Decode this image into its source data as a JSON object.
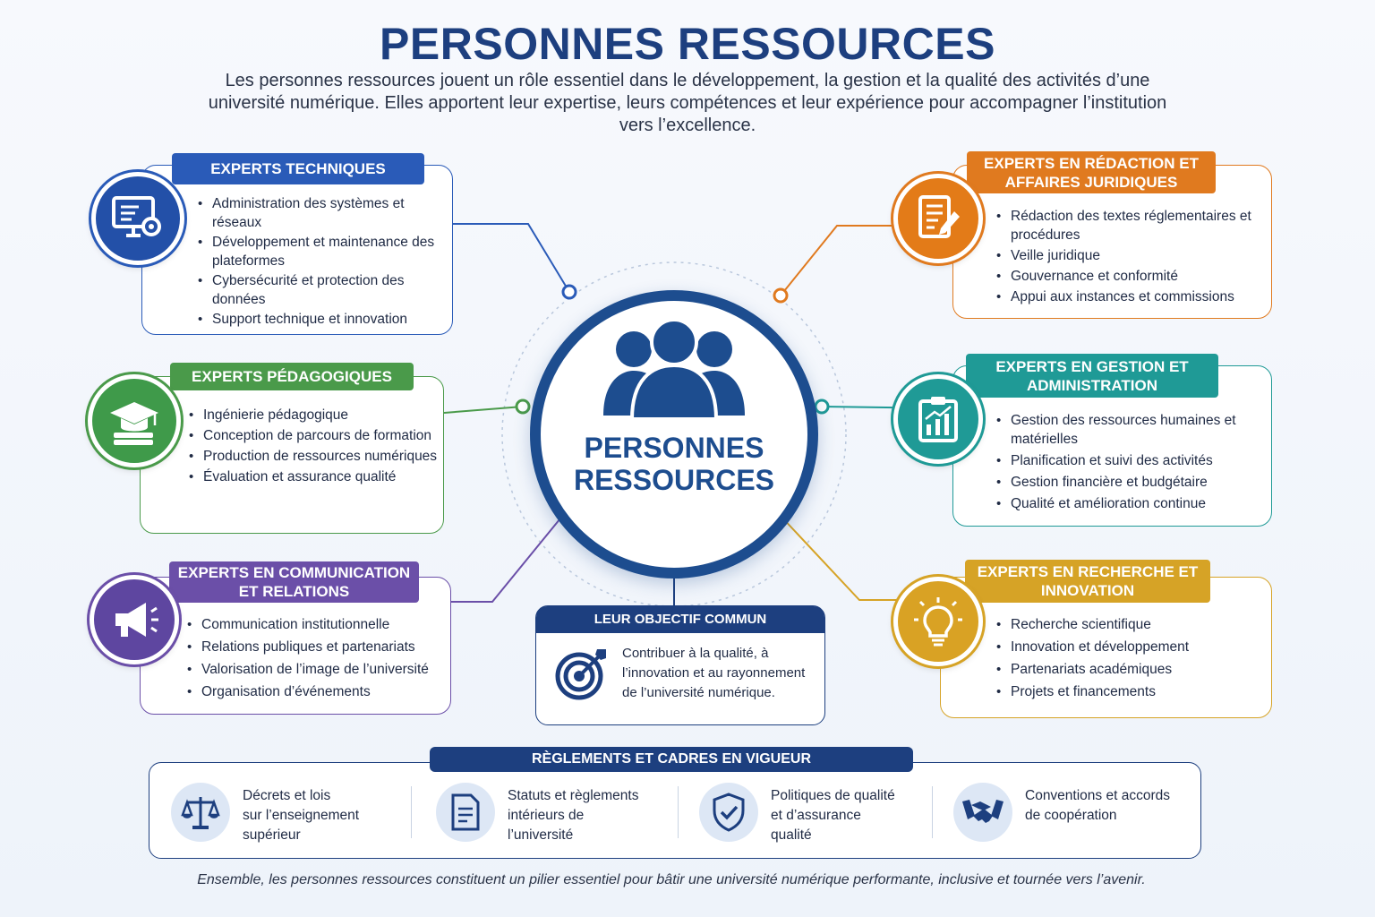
{
  "title": "PERSONNES RESSOURCES",
  "intro": "Les personnes ressources jouent un rôle essentiel dans le développement, la gestion et la qualité des activités d’une université numérique. Elles apportent leur expertise, leurs compétences et leur expérience pour accompagner l’institution vers l’excellence.",
  "center": {
    "label": "PERSONNES RESSOURCES",
    "icon": "people-group-icon",
    "color": "#1d4d8f"
  },
  "groups": [
    {
      "id": "techniques",
      "label": "EXPERTS TECHNIQUES",
      "icon": "monitor-gear-icon",
      "color": "#2a5bb8",
      "items": [
        "Administration des systèmes et réseaux",
        "Développement et maintenance des plateformes",
        "Cybersécurité et protection des données",
        "Support technique et innovation"
      ]
    },
    {
      "id": "pedagogiques",
      "label": "EXPERTS PÉDAGOGIQUES",
      "icon": "graduation-cap-icon",
      "color": "#4a9a4a",
      "items": [
        "Ingénierie pédagogique",
        "Conception de parcours de formation",
        "Production de ressources numériques",
        "Évaluation et assurance qualité"
      ]
    },
    {
      "id": "communication",
      "label": "EXPERTS EN COMMUNICATION ET RELATIONS",
      "icon": "megaphone-icon",
      "color": "#6b4fa8",
      "items": [
        "Communication institutionnelle",
        "Relations publiques et partenariats",
        "Valorisation de l’image de l’université",
        "Organisation d’événements"
      ]
    },
    {
      "id": "redaction",
      "label": "EXPERTS EN RÉDACTION ET AFFAIRES JURIDIQUES",
      "icon": "document-pen-icon",
      "color": "#e07a1f",
      "items": [
        "Rédaction des textes réglementaires et procédures",
        "Veille juridique",
        "Gouvernance et conformité",
        "Appui aux instances et commissions"
      ]
    },
    {
      "id": "gestion",
      "label": "EXPERTS EN GESTION ET ADMINISTRATION",
      "icon": "clipboard-chart-icon",
      "color": "#1f9a96",
      "items": [
        "Gestion des ressources humaines et matérielles",
        "Planification et suivi des activités",
        "Gestion financière et budgétaire",
        "Qualité et amélioration continue"
      ]
    },
    {
      "id": "recherche",
      "label": "EXPERTS EN RECHERCHE ET INNOVATION",
      "icon": "lightbulb-icon",
      "color": "#d6a326",
      "items": [
        "Recherche scientifique",
        "Innovation et développement",
        "Partenariats académiques",
        "Projets et financements"
      ]
    }
  ],
  "objective": {
    "title": "LEUR OBJECTIF COMMUN",
    "text": "Contribuer à la qualité, à l’innovation et au rayonnement de l’université numérique.",
    "icon": "target-icon"
  },
  "rules": {
    "title": "RÈGLEMENTS ET CADRES EN VIGUEUR",
    "items": [
      {
        "text": "Décrets et lois\nsur l’enseignement\nsupérieur",
        "icon": "scales-icon"
      },
      {
        "text": "Statuts et règlements\nintérieurs de\nl’université",
        "icon": "document-icon"
      },
      {
        "text": "Politiques de qualité\net d’assurance\nqualité",
        "icon": "shield-check-icon"
      },
      {
        "text": "Conventions et accords\nde coopération",
        "icon": "handshake-icon"
      }
    ]
  },
  "footer": "Ensemble, les personnes ressources constituent un pilier essentiel pour bâtir une université numérique performante, inclusive et tournée vers l’avenir."
}
